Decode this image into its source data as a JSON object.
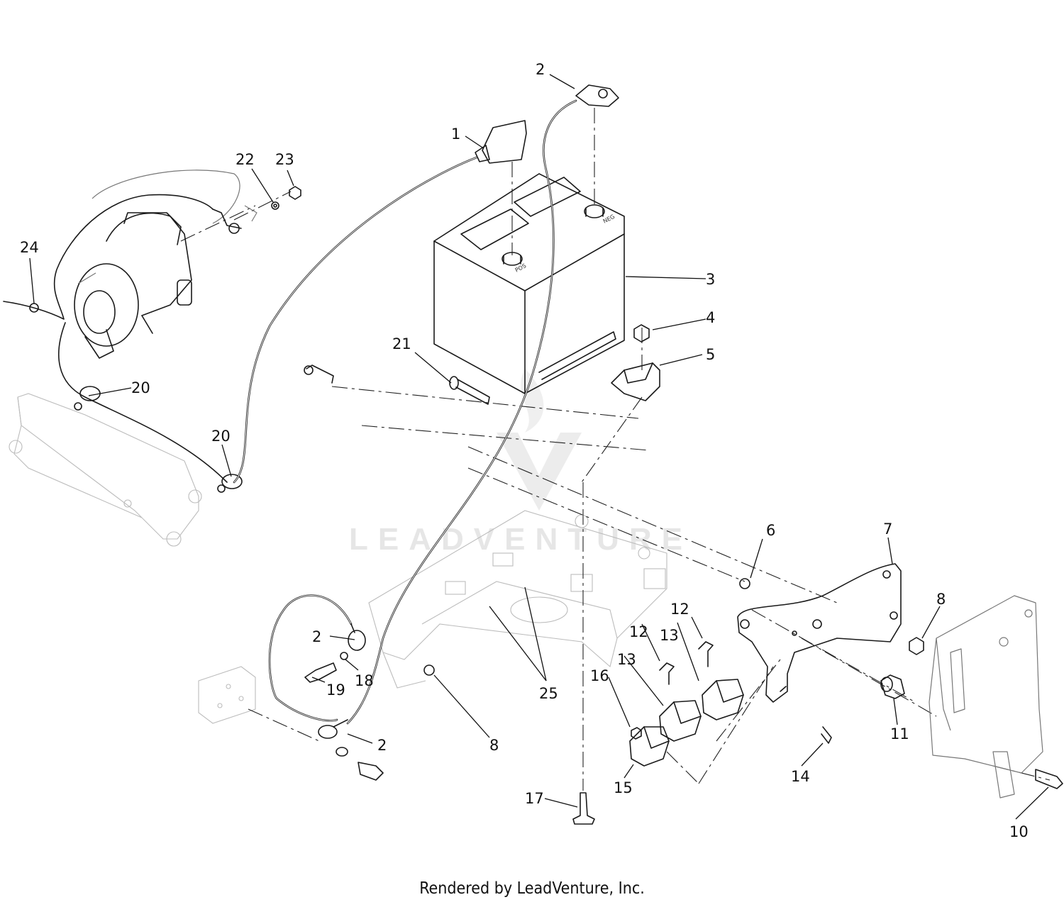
{
  "watermark": {
    "text": "LEADVENTURE"
  },
  "footer": {
    "text": "Rendered by LeadVenture, Inc."
  },
  "callouts": [
    "1",
    "2",
    "2",
    "2",
    "3",
    "4",
    "5",
    "6",
    "7",
    "8",
    "8",
    "10",
    "11",
    "12",
    "12",
    "13",
    "13",
    "14",
    "15",
    "16",
    "17",
    "18",
    "19",
    "20",
    "20",
    "21",
    "22",
    "23",
    "24",
    "25"
  ],
  "battery": {
    "terminal_pos": "POS",
    "terminal_neg": "NEG"
  }
}
